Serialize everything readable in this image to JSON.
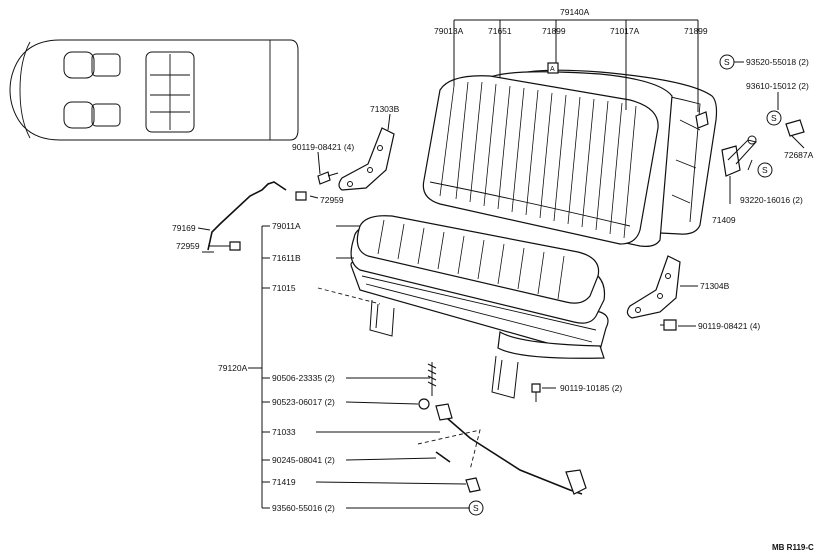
{
  "diagram_code": "MB R119-C",
  "symbols": {
    "s_mark": "S",
    "a_mark": "A"
  },
  "labels": {
    "p79140A": "79140A",
    "p79013A": "79013A",
    "p71651": "71651",
    "p71899a": "71899",
    "p71017A": "71017A",
    "p71899b": "71899",
    "p93520": "93520-55018 (2)",
    "p93610": "93610-15012 (2)",
    "p72687A": "72687A",
    "p93220": "93220-16016 (2)",
    "p71409": "71409",
    "p71303B": "71303B",
    "p90119a": "90119-08421 (4)",
    "p72959a": "72959",
    "p79169": "79169",
    "p72959b": "72959",
    "p79011A": "79011A",
    "p71611B": "71611B",
    "p71015": "71015",
    "p71304B": "71304B",
    "p90119b": "90119-08421 (4)",
    "p79120A": "79120A",
    "p90506": "90506-23335 (2)",
    "p90523": "90523-06017 (2)",
    "p90119c": "90119-10185 (2)",
    "p71033": "71033",
    "p90245": "90245-08041 (2)",
    "p71419": "71419",
    "p93560": "93560-55016 (2)"
  }
}
